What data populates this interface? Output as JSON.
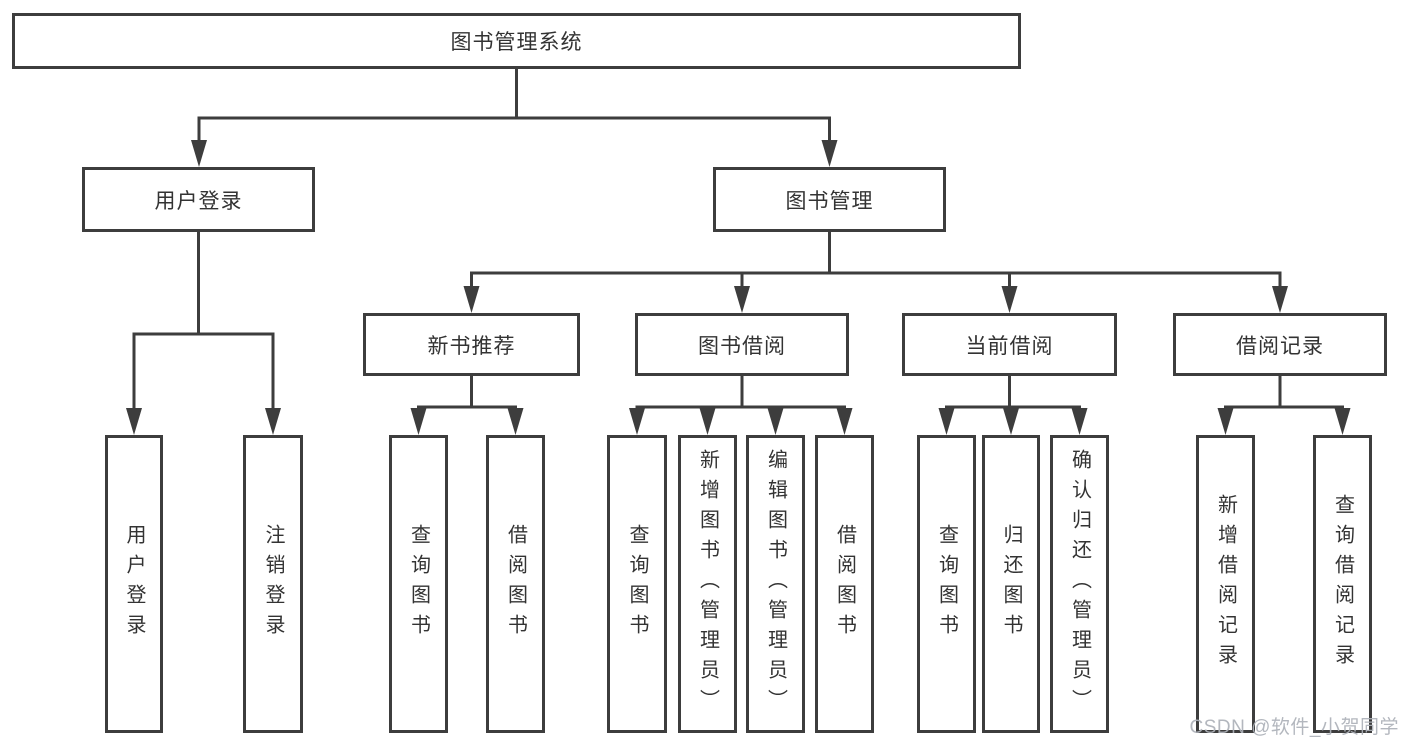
{
  "diagram": {
    "title": "图书管理系统",
    "watermark": "CSDN @软件_小贺同学",
    "colors": {
      "line": "#3d3d3d",
      "box_border": "#3d3d3d",
      "box_fill": "#ffffff",
      "text": "#333333",
      "background": "#ffffff",
      "watermark": "#acb1b9"
    },
    "nodes": [
      {
        "id": "root",
        "label": "图书管理系统",
        "level": 1,
        "parent": null
      },
      {
        "id": "user-login",
        "label": "用户登录",
        "level": 2,
        "parent": "root"
      },
      {
        "id": "book-management",
        "label": "图书管理",
        "level": 2,
        "parent": "root"
      },
      {
        "id": "new-book-recommend",
        "label": "新书推荐",
        "level": 3,
        "parent": "book-management"
      },
      {
        "id": "book-borrowing",
        "label": "图书借阅",
        "level": 3,
        "parent": "book-management"
      },
      {
        "id": "current-borrowing",
        "label": "当前借阅",
        "level": 3,
        "parent": "book-management"
      },
      {
        "id": "borrowing-records",
        "label": "借阅记录",
        "level": 3,
        "parent": "book-management"
      },
      {
        "id": "ul-user-login",
        "label": "用户登录",
        "level": 4,
        "parent": "user-login"
      },
      {
        "id": "ul-logout",
        "label": "注销登录",
        "level": 4,
        "parent": "user-login"
      },
      {
        "id": "nb-query-books",
        "label": "查询图书",
        "level": 4,
        "parent": "new-book-recommend"
      },
      {
        "id": "nb-borrow-books",
        "label": "借阅图书",
        "level": 4,
        "parent": "new-book-recommend"
      },
      {
        "id": "bb-query-books",
        "label": "查询图书",
        "level": 4,
        "parent": "book-borrowing"
      },
      {
        "id": "bb-add-books",
        "label": "新增图书（管理员）",
        "level": 4,
        "parent": "book-borrowing"
      },
      {
        "id": "bb-edit-books",
        "label": "编辑图书（管理员）",
        "level": 4,
        "parent": "book-borrowing"
      },
      {
        "id": "bb-borrow-books",
        "label": "借阅图书",
        "level": 4,
        "parent": "book-borrowing"
      },
      {
        "id": "cb-query-books",
        "label": "查询图书",
        "level": 4,
        "parent": "current-borrowing"
      },
      {
        "id": "cb-return-books",
        "label": "归还图书",
        "level": 4,
        "parent": "current-borrowing"
      },
      {
        "id": "cb-confirm-return",
        "label": "确认归还（管理员）",
        "level": 4,
        "parent": "current-borrowing"
      },
      {
        "id": "br-add-record",
        "label": "新增借阅记录",
        "level": 4,
        "parent": "borrowing-records"
      },
      {
        "id": "br-query-record",
        "label": "查询借阅记录",
        "level": 4,
        "parent": "borrowing-records"
      }
    ]
  }
}
